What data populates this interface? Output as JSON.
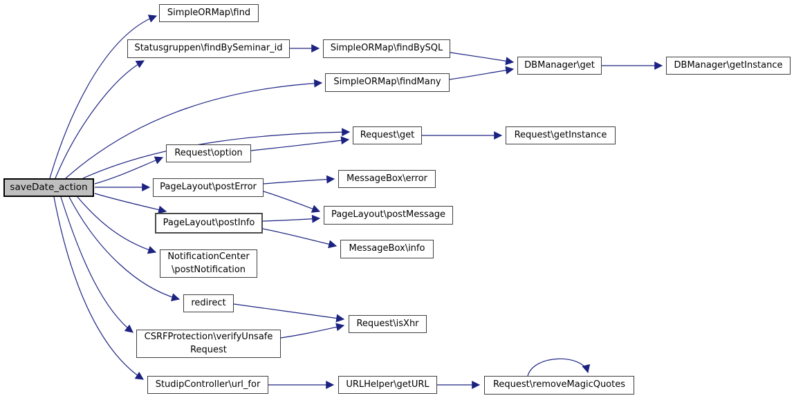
{
  "colors": {
    "background": "#ffffff",
    "edge": "#1c2280",
    "node_fill": "#ffffff",
    "node_border": "#3d3d3d",
    "root_fill": "#bfbfbf",
    "root_border": "#000000",
    "text": "#000000"
  },
  "nodes": {
    "save_date_action": {
      "label": "saveDate_action"
    },
    "simpleormap_find": {
      "label": "SimpleORMap\\find"
    },
    "statusgruppen_findbyseminar_id": {
      "label": "Statusgruppen\\findBySeminar_id"
    },
    "simpleormap_findbysql": {
      "label": "SimpleORMap\\findBySQL"
    },
    "simpleormap_findmany": {
      "label": "SimpleORMap\\findMany"
    },
    "dbmanager_get": {
      "label": "DBManager\\get"
    },
    "dbmanager_getinstance": {
      "label": "DBManager\\getInstance"
    },
    "request_get": {
      "label": "Request\\get"
    },
    "request_getinstance": {
      "label": "Request\\getInstance"
    },
    "request_option": {
      "label": "Request\\option"
    },
    "pagelayout_posterror": {
      "label": "PageLayout\\postError"
    },
    "pagelayout_postinfo": {
      "label": "PageLayout\\postInfo"
    },
    "messagebox_error": {
      "label": "MessageBox\\error"
    },
    "pagelayout_postmessage": {
      "label": "PageLayout\\postMessage"
    },
    "messagebox_info": {
      "label": "MessageBox\\info"
    },
    "notificationcenter_postnotification": {
      "line1": "NotificationCenter",
      "line2": "\\postNotification"
    },
    "redirect": {
      "label": "redirect"
    },
    "csrfprotection_verifyunsaferequest": {
      "line1": "CSRFProtection\\verifyUnsafe",
      "line2": "Request"
    },
    "studipcontroller_url_for": {
      "label": "StudipController\\url_for"
    },
    "request_isxhr": {
      "label": "Request\\isXhr"
    },
    "urlhelper_geturl": {
      "label": "URLHelper\\getURL"
    },
    "request_removemagicquotes": {
      "label": "Request\\removeMagicQuotes"
    }
  },
  "edges": [
    {
      "from": "saveDate_action",
      "to": "SimpleORMap\\find"
    },
    {
      "from": "saveDate_action",
      "to": "Statusgruppen\\findBySeminar_id"
    },
    {
      "from": "saveDate_action",
      "to": "SimpleORMap\\findMany"
    },
    {
      "from": "saveDate_action",
      "to": "Request\\get"
    },
    {
      "from": "saveDate_action",
      "to": "Request\\option"
    },
    {
      "from": "saveDate_action",
      "to": "PageLayout\\postError"
    },
    {
      "from": "saveDate_action",
      "to": "PageLayout\\postInfo"
    },
    {
      "from": "saveDate_action",
      "to": "NotificationCenter\\postNotification"
    },
    {
      "from": "saveDate_action",
      "to": "redirect"
    },
    {
      "from": "saveDate_action",
      "to": "CSRFProtection\\verifyUnsafeRequest"
    },
    {
      "from": "saveDate_action",
      "to": "StudipController\\url_for"
    },
    {
      "from": "Statusgruppen\\findBySeminar_id",
      "to": "SimpleORMap\\findBySQL"
    },
    {
      "from": "SimpleORMap\\findBySQL",
      "to": "DBManager\\get"
    },
    {
      "from": "SimpleORMap\\findMany",
      "to": "DBManager\\get"
    },
    {
      "from": "DBManager\\get",
      "to": "DBManager\\getInstance"
    },
    {
      "from": "Request\\option",
      "to": "Request\\get"
    },
    {
      "from": "Request\\get",
      "to": "Request\\getInstance"
    },
    {
      "from": "PageLayout\\postError",
      "to": "MessageBox\\error"
    },
    {
      "from": "PageLayout\\postError",
      "to": "PageLayout\\postMessage"
    },
    {
      "from": "PageLayout\\postInfo",
      "to": "PageLayout\\postMessage"
    },
    {
      "from": "PageLayout\\postInfo",
      "to": "MessageBox\\info"
    },
    {
      "from": "redirect",
      "to": "Request\\isXhr"
    },
    {
      "from": "CSRFProtection\\verifyUnsafeRequest",
      "to": "Request\\isXhr"
    },
    {
      "from": "StudipController\\url_for",
      "to": "URLHelper\\getURL"
    },
    {
      "from": "URLHelper\\getURL",
      "to": "Request\\removeMagicQuotes"
    },
    {
      "from": "Request\\removeMagicQuotes",
      "to": "Request\\removeMagicQuotes"
    }
  ]
}
